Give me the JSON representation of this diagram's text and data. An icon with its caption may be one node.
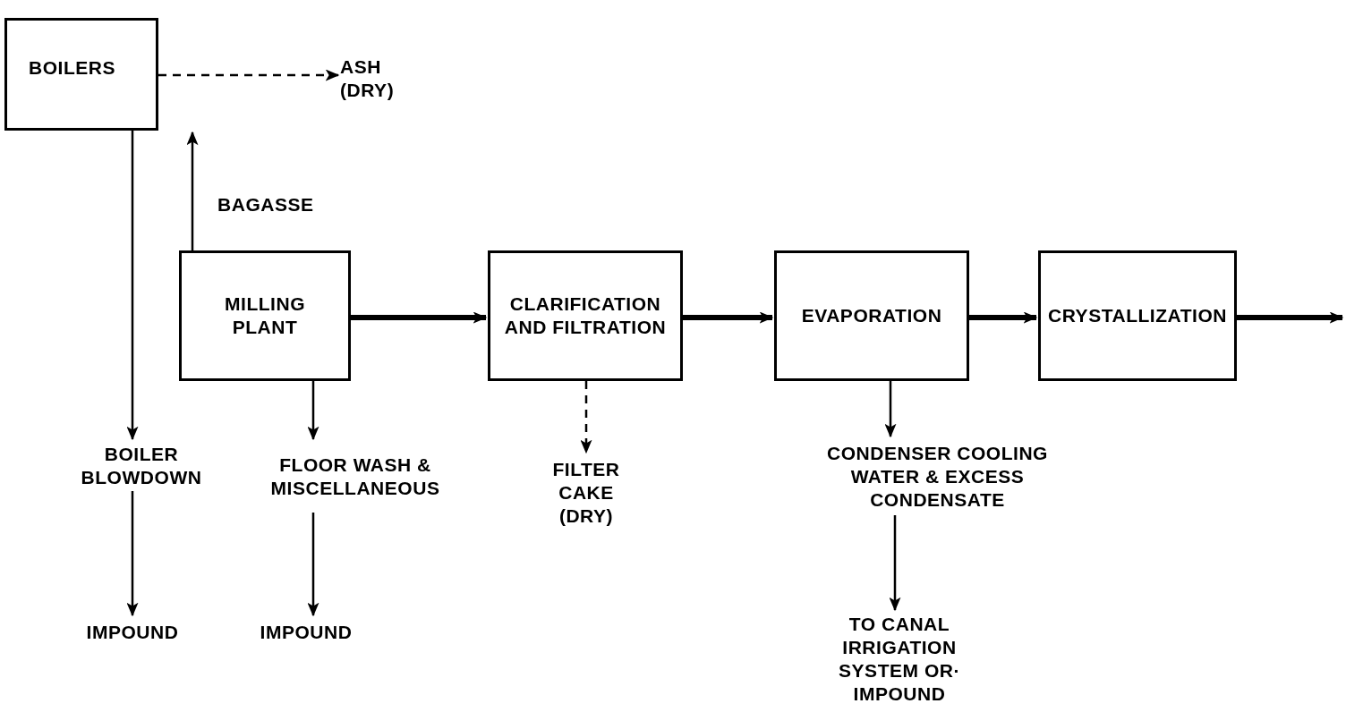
{
  "diagram": {
    "nodes": [
      {
        "text": [
          "BOILERS"
        ]
      },
      {
        "text": [
          "ASH (DRY)"
        ]
      },
      {
        "text": [
          "MILLING PLANT"
        ]
      },
      {
        "text": [
          "CLARIFICATION AND FILTRATION"
        ]
      },
      {
        "text": [
          "EVAPORATION"
        ]
      },
      {
        "text": [
          "CRYSTALLIZATION"
        ]
      },
      {
        "text": [
          "BOILER BLOWDOWN"
        ]
      },
      {
        "text": [
          "FLOOR WASH & MISCELLANEOUS"
        ]
      },
      {
        "text": [
          "FILTER CAKE (DRY)"
        ]
      },
      {
        "text": [
          "CONDENSER COOLING WATER & EXCESS CONDENSATE"
        ]
      },
      {
        "text": [
          "IMPOUND"
        ]
      },
      {
        "text": [
          "IMPOUND"
        ]
      },
      {
        "text": [
          "TO CANAL IRRIGATION SYSTEM OR· IMPOUND"
        ]
      }
    ],
    "edges": [
      {
        "from": 0,
        "to": 1,
        "arrow": "to",
        "style": "dashed"
      },
      {
        "from": 2,
        "to": 0,
        "arrow": "to",
        "label": "BAGASSE"
      },
      {
        "from": 0,
        "to": 6,
        "arrow": "to"
      },
      {
        "from": 6,
        "to": 10,
        "arrow": "to"
      },
      {
        "from": 2,
        "to": 7,
        "arrow": "to"
      },
      {
        "from": 7,
        "to": 11,
        "arrow": "to"
      },
      {
        "from": 2,
        "to": 3,
        "arrow": "to",
        "style": "thick"
      },
      {
        "from": 3,
        "to": 8,
        "arrow": "to",
        "style": "dashed"
      },
      {
        "from": 3,
        "to": 4,
        "arrow": "to",
        "style": "thick"
      },
      {
        "from": 4,
        "to": 9,
        "arrow": "to"
      },
      {
        "from": 9,
        "to": 12,
        "arrow": "to"
      },
      {
        "from": 4,
        "to": 5,
        "arrow": "to",
        "style": "thick"
      },
      {
        "from": 5,
        "to": null,
        "arrow": "to",
        "style": "thick"
      }
    ]
  }
}
